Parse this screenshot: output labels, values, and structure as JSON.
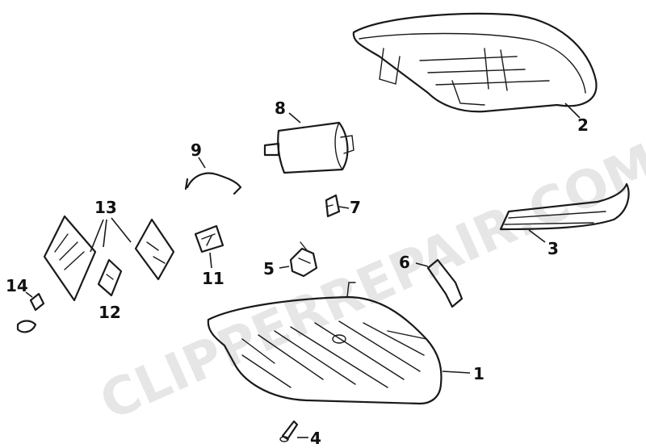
{
  "watermark": "CLIPPERREPAIR.COM",
  "callouts": {
    "c1": "1",
    "c2": "2",
    "c3": "3",
    "c4": "4",
    "c5": "5",
    "c6": "6",
    "c7": "7",
    "c8": "8",
    "c9": "9",
    "c11": "11",
    "c12": "12",
    "c13": "13",
    "c14": "14"
  },
  "colors": {
    "line": "#1a1a1a",
    "watermark": "#c8c8c8",
    "background": "#ffffff"
  }
}
